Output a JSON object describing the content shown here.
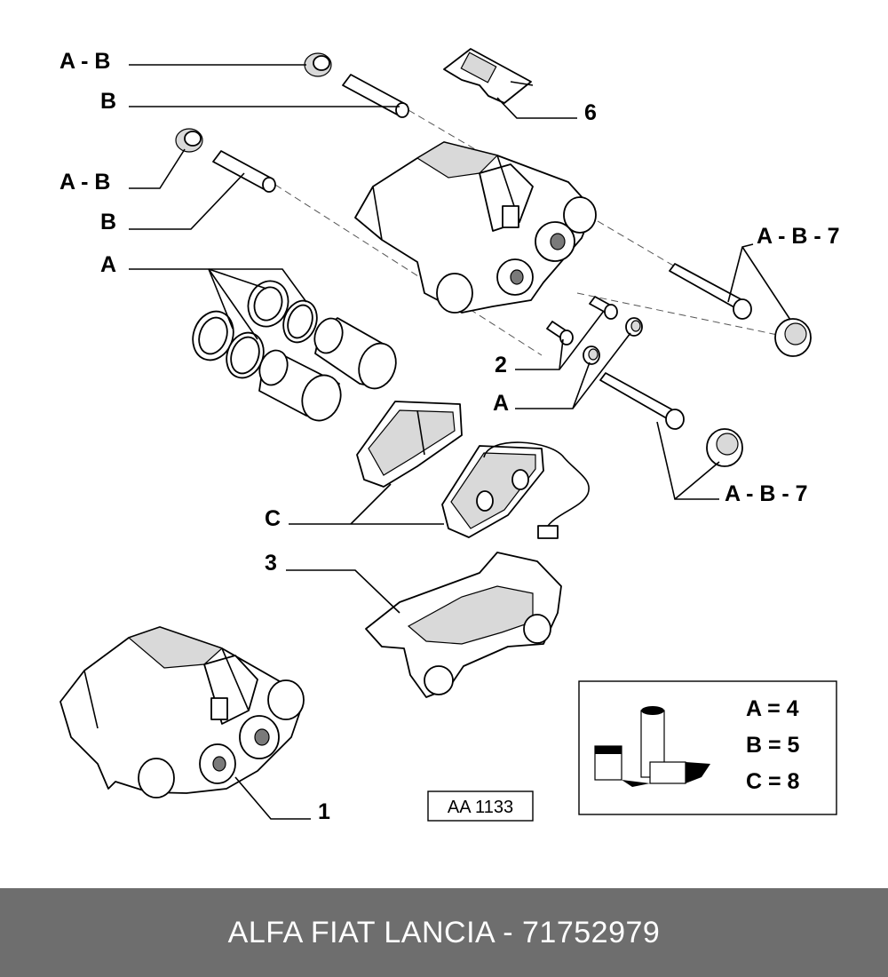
{
  "callouts": {
    "ab_top": "A - B",
    "b_top": "B",
    "ab_mid": "A - B",
    "b_mid": "B",
    "a_seals": "A",
    "n6": "6",
    "ab7_top": "A - B - 7",
    "n2": "2",
    "a_bleed": "A",
    "ab7_bottom": "A - B - 7",
    "c_pads": "C",
    "n3": "3",
    "n1": "1"
  },
  "reference_code": "AA 1133",
  "kit_legend": {
    "a": "A = 4",
    "b": "B = 5",
    "c": "C = 8"
  },
  "footer": "ALFA FIAT LANCIA - 71752979"
}
